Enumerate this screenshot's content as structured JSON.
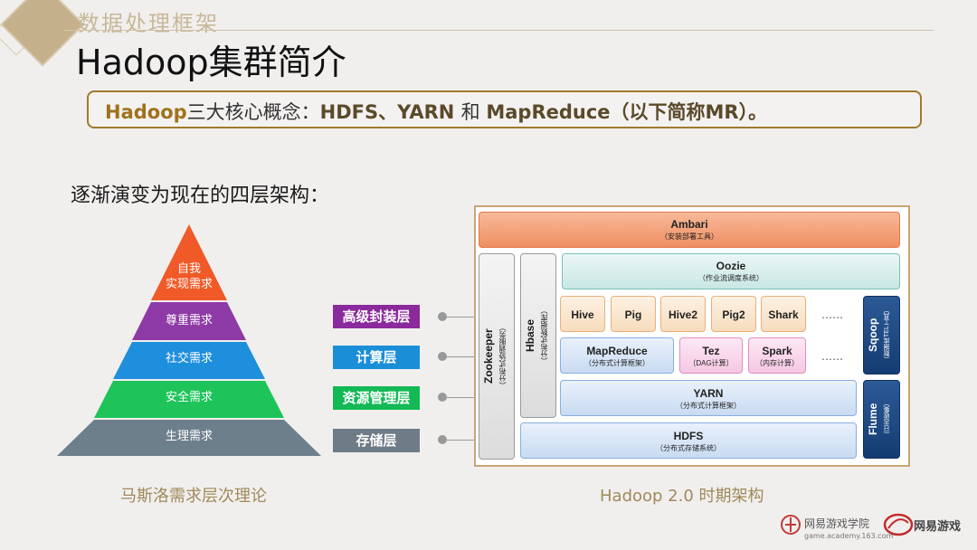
{
  "header": {
    "topic": "数据处理框架",
    "title": "Hadoop集群简介"
  },
  "callout": {
    "p1": "Hadoop",
    "p2": "三大核心概念：",
    "p3": "HDFS、YARN ",
    "p4": "和 ",
    "p5": "MapReduce（以下简称MR）。"
  },
  "subtitle": "逐渐演变为现在的四层架构：",
  "pyramid": {
    "levels": [
      "自我\n实现需求",
      "尊重需求",
      "社交需求",
      "安全需求",
      "生理需求"
    ],
    "caption": "马斯洛需求层次理论",
    "colors": [
      "#f05a28",
      "#8e3aa6",
      "#1e8fdc",
      "#1ec45a",
      "#6e7f8c"
    ]
  },
  "layers": [
    {
      "label": "高级封装层",
      "color": "#8b2a9c"
    },
    {
      "label": "计算层",
      "color": "#1b8ed8"
    },
    {
      "label": "资源管理层",
      "color": "#13b955"
    },
    {
      "label": "存储层",
      "color": "#6f7b86"
    }
  ],
  "diagram": {
    "ambari": {
      "name": "Ambari",
      "desc": "（安装部署工具）"
    },
    "oozie": {
      "name": "Oozie",
      "desc": "（作业流调度系统）"
    },
    "zookeeper": {
      "name": "Zookeeper",
      "desc": "（分布式协调服务）"
    },
    "hbase": {
      "name": "Hbase",
      "desc": "（分布式数据库）"
    },
    "top_tools": [
      "Hive",
      "Pig",
      "Hive2",
      "Pig2",
      "Shark"
    ],
    "mapreduce": {
      "name": "MapReduce",
      "desc": "（分布式计算框架）"
    },
    "tez": {
      "name": "Tez",
      "desc": "（DAG计算）"
    },
    "spark": {
      "name": "Spark",
      "desc": "（内存计算）"
    },
    "yarn": {
      "name": "YARN",
      "desc": "（分布式计算框架）"
    },
    "hdfs": {
      "name": "HDFS",
      "desc": "（分布式存储系统）"
    },
    "sqoop": {
      "name": "Sqoop",
      "desc": "（数据库TEL工具）"
    },
    "flume": {
      "name": "Flume",
      "desc": "（日志收集）"
    },
    "ellipsis": "……",
    "caption": "Hadoop 2.0 时期架构"
  },
  "footer": {
    "academy": "网易游戏学院",
    "url": "game.academy.163.com",
    "brand": "网易游戏"
  }
}
